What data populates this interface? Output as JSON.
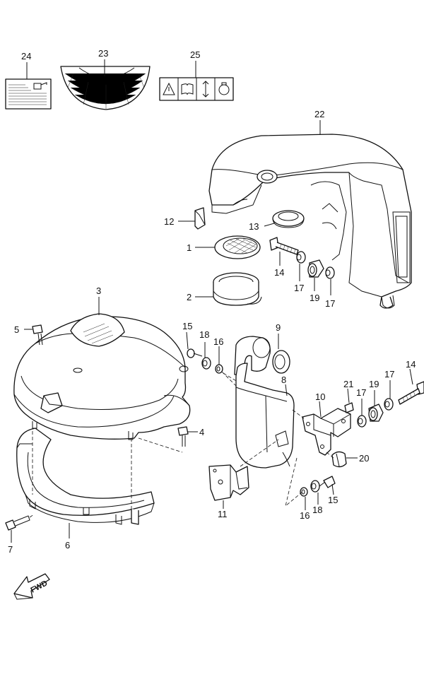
{
  "labels": {
    "p1": "1",
    "p2": "2",
    "p3": "3",
    "p4": "4",
    "p5": "5",
    "p6": "6",
    "p7": "7",
    "p8": "8",
    "p9": "9",
    "p10": "10",
    "p11": "11",
    "p12": "12",
    "p13": "13",
    "p14a": "14",
    "p14b": "14",
    "p15a": "15",
    "p15b": "15",
    "p16a": "16",
    "p16b": "16",
    "p17a": "17",
    "p17b": "17",
    "p17c": "17",
    "p17d": "17",
    "p18a": "18",
    "p18b": "18",
    "p19a": "19",
    "p19b": "19",
    "p20": "20",
    "p21": "21",
    "p22": "22",
    "p23": "23",
    "p24": "24",
    "p25": "25"
  },
  "fwd_label": "FWD",
  "icons": [
    "warning-icon",
    "manual-book-icon",
    "up-down-arrow-icon",
    "engine-icon"
  ]
}
